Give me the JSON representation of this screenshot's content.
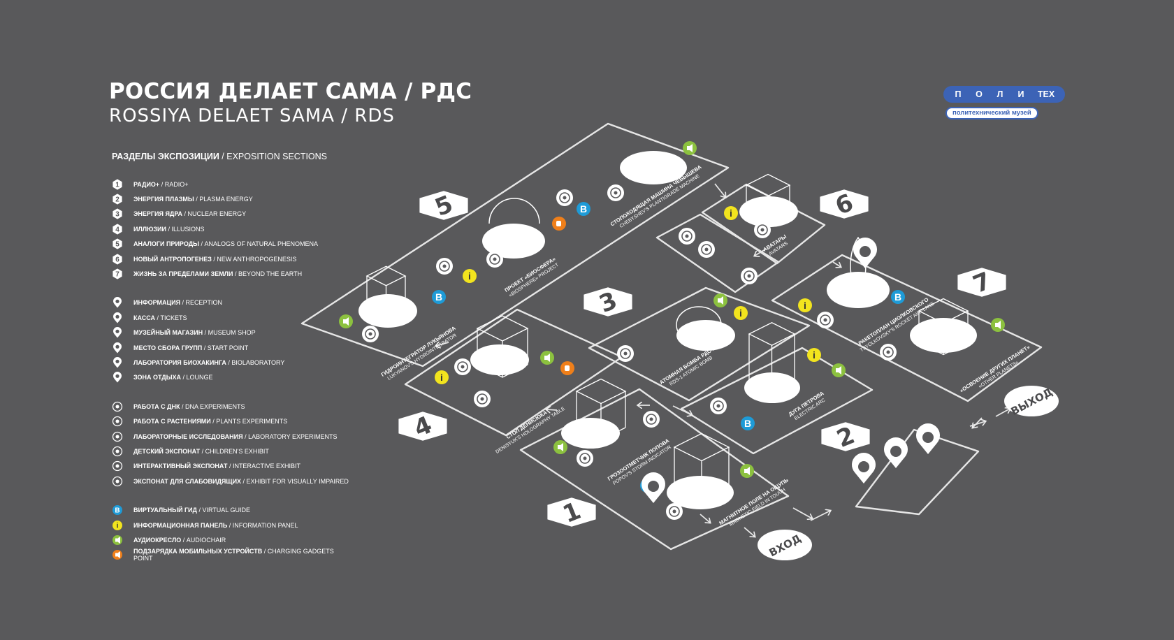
{
  "title": {
    "ru": "РОССИЯ ДЕЛАЕТ САМА / РДС",
    "en": "ROSSIYA DELAET SAMA / RDS"
  },
  "legend": {
    "heading_ru": "РАЗДЕЛЫ ЭКСПОЗИЦИИ",
    "heading_en": " / EXPOSITION SECTIONS",
    "sections": [
      {
        "num": "1",
        "ru": "РАДИО+",
        "en": " / RADIO+"
      },
      {
        "num": "2",
        "ru": "ЭНЕРГИЯ ПЛАЗМЫ",
        "en": " / PLASMA ENERGY"
      },
      {
        "num": "3",
        "ru": "ЭНЕРГИЯ ЯДРА",
        "en": " / NUCLEAR ENERGY"
      },
      {
        "num": "4",
        "ru": "ИЛЛЮЗИИ",
        "en": " / ILLUSIONS"
      },
      {
        "num": "5",
        "ru": "АНАЛОГИ ПРИРОДЫ",
        "en": " / ANALOGS OF NATURAL PHENOMENA"
      },
      {
        "num": "6",
        "ru": "НОВЫЙ АНТРОПОГЕНЕЗ",
        "en": " / NEW ANTHROPOGENESIS"
      },
      {
        "num": "7",
        "ru": "ЖИЗНЬ ЗА ПРЕДЕЛАМИ ЗЕМЛИ",
        "en": " / BEYOND THE EARTH"
      }
    ],
    "services": [
      {
        "icon": "reception-pin-icon",
        "ru": "ИНФОРМАЦИЯ",
        "en": " / RECEPTION"
      },
      {
        "icon": "tickets-pin-icon",
        "ru": "КАССА",
        "en": " / TICKETS"
      },
      {
        "icon": "shop-pin-icon",
        "ru": "МУЗЕЙНЫЙ МАГАЗИН",
        "en": " / MUSEUM SHOP"
      },
      {
        "icon": "group-pin-icon",
        "ru": "МЕСТО СБОРА ГРУПП",
        "en": " / START POINT"
      },
      {
        "icon": "biolab-pin-icon",
        "ru": "ЛАБОРАТОРИЯ БИОХАКИНГА",
        "en": " / BIOLABORATORY"
      },
      {
        "icon": "lounge-pin-icon",
        "ru": "ЗОНА ОТДЫХА",
        "en": " / LOUNGE"
      }
    ],
    "activities": [
      {
        "icon": "dna-icon",
        "ru": "РАБОТА С ДНК",
        "en": " / DNA EXPERIMENTS"
      },
      {
        "icon": "plant-icon",
        "ru": "РАБОТА С РАСТЕНИЯМИ",
        "en": " / PLANTS EXPERIMENTS"
      },
      {
        "icon": "lab-icon",
        "ru": "ЛАБОРАТОРНЫЕ ИССЛЕДОВАНИЯ",
        "en": " / LABORATORY EXPERIMENTS"
      },
      {
        "icon": "children-icon",
        "ru": "ДЕТСКИЙ ЭКСПОНАТ",
        "en": " / CHILDREN'S EXHIBIT"
      },
      {
        "icon": "interactive-hand-icon",
        "ru": "ИНТЕРАКТИВНЫЙ ЭКСПОНАТ",
        "en": " / INTERACTIVE EXHIBIT"
      },
      {
        "icon": "tactile-icon",
        "ru": "ЭКСПОНАТ ДЛЯ СЛАБОВИДЯЩИХ",
        "en": " / EXHIBIT FOR VISUALLY IMPAIRED"
      }
    ],
    "equipment": [
      {
        "icon": "virtual-guide-icon",
        "glyph": "B",
        "ru": "ВИРТУАЛЬНЫЙ ГИД",
        "en": " / VIRTUAL GUIDE"
      },
      {
        "icon": "info-panel-icon",
        "glyph": "i",
        "ru": "ИНФОРМАЦИОННАЯ ПАНЕЛЬ",
        "en": " / INFORMATION PANEL"
      },
      {
        "icon": "audiochair-icon",
        "glyph": "",
        "ru": "АУДИОКРЕСЛО",
        "en": " / AUDIOCHAIR"
      },
      {
        "icon": "charging-icon",
        "glyph": "",
        "ru": "ПОДЗАРЯДКА МОБИЛЬНЫХ УСТРОЙСТВ",
        "en": " / CHARGING GADGETS POINT"
      }
    ]
  },
  "logo": {
    "letters": [
      "П",
      "О",
      "Л",
      "И",
      "ТЕХ"
    ],
    "subtitle": "политехнический музей"
  },
  "map": {
    "entrance": "ВХОД",
    "exit": "ВЫХОД",
    "section_badges": [
      "1",
      "2",
      "3",
      "4",
      "5",
      "6",
      "7"
    ],
    "guide_glyph": "B",
    "info_glyph": "i",
    "exhibits": [
      {
        "ru": "ГРОЗООТМЕТЧИК ПОПОВА",
        "en": "POPOV'S STORM INDICATOR"
      },
      {
        "ru": "МАГНИТНОЕ ПОЛЕ НА ОЩУПЬ",
        "en": "MAGNETIC FIELD IN TOUCH"
      },
      {
        "ru": "ДУГА ПЕТРОВА",
        "en": "ELECTRIC ARC"
      },
      {
        "ru": "АТОМНАЯ БОМБА РДС-1",
        "en": "RDS-1 ATOMIC BOMB"
      },
      {
        "ru": "СТОЛ ДЕНИСЮКА",
        "en": "DENISYUK'S HOLOGRAPHY TABLE"
      },
      {
        "ru": "ГИДРОИНТЕГРАТОР ЛУКЬЯНОВА",
        "en": "LUKYANOV'S HYDROINTEGRATOR"
      },
      {
        "ru": "ПРОЕКТ «БИОСФЕРА»",
        "en": "«BIOSPHERE» PROJECT"
      },
      {
        "ru": "СТОПОХОДЯЩАЯ МАШИНА ЧЕБЫШЕВА",
        "en": "CHEBYSHEV'S PLANTIGRADE MACHINE"
      },
      {
        "ru": "АВАТАРЫ",
        "en": "AVATARS"
      },
      {
        "ru": "РАКЕТОПЛАН ЦИОЛКОВСКОГО",
        "en": "TSYOLKOVSKY'S ROCKET AIRPLANE"
      },
      {
        "ru": "«ОСВОЕНИЕ ДРУГИХ ПЛАНЕТ»",
        "en": "«OTHER PLANETS»"
      }
    ]
  },
  "colors": {
    "background": "#59595b",
    "guide": "#1e9bd7",
    "info": "#f2e41e",
    "audio": "#8cc13f",
    "charging": "#ef7f1a",
    "logo": "#3c63b6"
  }
}
